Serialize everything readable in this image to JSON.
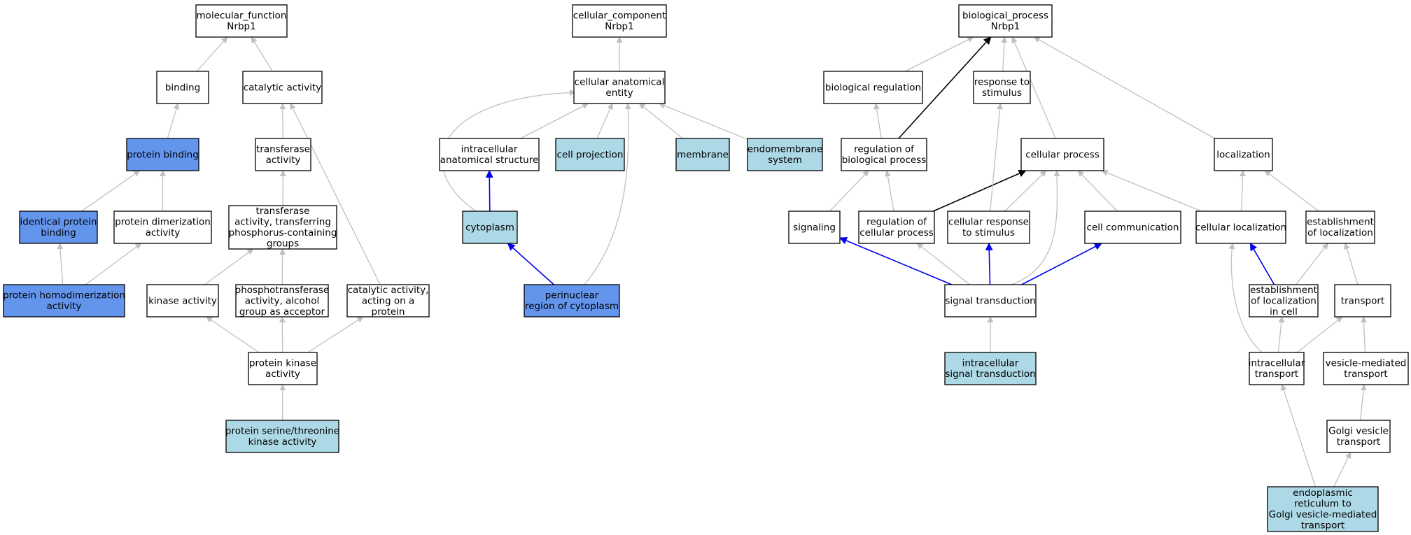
{
  "colors": {
    "white": "#ffffff",
    "light": "#add8e6",
    "strong": "#6495ed",
    "edge_gray": "#c0c0c0",
    "edge_black": "#000000",
    "edge_blue": "#0000ee"
  },
  "nodes": [
    {
      "id": "mf",
      "lines": [
        "molecular_function",
        "Nrbp1"
      ],
      "fill": "white"
    },
    {
      "id": "binding",
      "lines": [
        "binding"
      ],
      "fill": "white"
    },
    {
      "id": "catalytic",
      "lines": [
        "catalytic activity"
      ],
      "fill": "white"
    },
    {
      "id": "protein_binding",
      "lines": [
        "protein binding"
      ],
      "fill": "strong"
    },
    {
      "id": "transferase",
      "lines": [
        "transferase",
        "activity"
      ],
      "fill": "white"
    },
    {
      "id": "identical",
      "lines": [
        "identical protein",
        "binding"
      ],
      "fill": "strong"
    },
    {
      "id": "dimer",
      "lines": [
        "protein dimerization",
        "activity"
      ],
      "fill": "white"
    },
    {
      "id": "transferase_p",
      "lines": [
        "transferase",
        "activity, transferring",
        "phosphorus-containing",
        "groups"
      ],
      "fill": "white"
    },
    {
      "id": "homodimer",
      "lines": [
        "protein homodimerization",
        "activity"
      ],
      "fill": "strong"
    },
    {
      "id": "kinase",
      "lines": [
        "kinase activity"
      ],
      "fill": "white"
    },
    {
      "id": "phosphotransferase",
      "lines": [
        "phosphotransferase",
        "activity, alcohol",
        "group as acceptor"
      ],
      "fill": "white"
    },
    {
      "id": "cat_protein",
      "lines": [
        "catalytic activity,",
        "acting on a",
        "protein"
      ],
      "fill": "white"
    },
    {
      "id": "protein_kinase",
      "lines": [
        "protein kinase",
        "activity"
      ],
      "fill": "white"
    },
    {
      "id": "ser_thr",
      "lines": [
        "protein serine/threonine",
        "kinase activity"
      ],
      "fill": "light"
    },
    {
      "id": "cc",
      "lines": [
        "cellular_component",
        "Nrbp1"
      ],
      "fill": "white"
    },
    {
      "id": "anat",
      "lines": [
        "cellular anatomical",
        "entity"
      ],
      "fill": "white"
    },
    {
      "id": "intra_anat",
      "lines": [
        "intracellular",
        "anatomical structure"
      ],
      "fill": "white"
    },
    {
      "id": "cell_proj",
      "lines": [
        "cell projection"
      ],
      "fill": "light"
    },
    {
      "id": "membrane",
      "lines": [
        "membrane"
      ],
      "fill": "light"
    },
    {
      "id": "endomembrane",
      "lines": [
        "endomembrane",
        "system"
      ],
      "fill": "light"
    },
    {
      "id": "cytoplasm",
      "lines": [
        "cytoplasm"
      ],
      "fill": "light"
    },
    {
      "id": "perinuclear",
      "lines": [
        "perinuclear",
        "region of cytoplasm"
      ],
      "fill": "strong"
    },
    {
      "id": "bp",
      "lines": [
        "biological_process",
        "Nrbp1"
      ],
      "fill": "white"
    },
    {
      "id": "bio_reg",
      "lines": [
        "biological regulation"
      ],
      "fill": "white"
    },
    {
      "id": "resp_stim",
      "lines": [
        "response to",
        "stimulus"
      ],
      "fill": "white"
    },
    {
      "id": "reg_bio",
      "lines": [
        "regulation of",
        "biological process"
      ],
      "fill": "white"
    },
    {
      "id": "cell_proc",
      "lines": [
        "cellular process"
      ],
      "fill": "white"
    },
    {
      "id": "localization",
      "lines": [
        "localization"
      ],
      "fill": "white"
    },
    {
      "id": "signaling",
      "lines": [
        "signaling"
      ],
      "fill": "white"
    },
    {
      "id": "reg_cell",
      "lines": [
        "regulation of",
        "cellular process"
      ],
      "fill": "white"
    },
    {
      "id": "cell_resp",
      "lines": [
        "cellular response",
        "to stimulus"
      ],
      "fill": "white"
    },
    {
      "id": "cell_comm",
      "lines": [
        "cell communication"
      ],
      "fill": "white"
    },
    {
      "id": "cell_loc",
      "lines": [
        "cellular localization"
      ],
      "fill": "white"
    },
    {
      "id": "est_loc",
      "lines": [
        "establishment",
        "of localization"
      ],
      "fill": "white"
    },
    {
      "id": "signal_trans",
      "lines": [
        "signal transduction"
      ],
      "fill": "white"
    },
    {
      "id": "est_loc_cell",
      "lines": [
        "establishment",
        "of localization",
        "in cell"
      ],
      "fill": "white"
    },
    {
      "id": "transport",
      "lines": [
        "transport"
      ],
      "fill": "white"
    },
    {
      "id": "intra_signal",
      "lines": [
        "intracellular",
        "signal transduction"
      ],
      "fill": "light"
    },
    {
      "id": "intra_transport",
      "lines": [
        "intracellular",
        "transport"
      ],
      "fill": "white"
    },
    {
      "id": "vesicle",
      "lines": [
        "vesicle-mediated",
        "transport"
      ],
      "fill": "white"
    },
    {
      "id": "golgi",
      "lines": [
        "Golgi vesicle",
        "transport"
      ],
      "fill": "white"
    },
    {
      "id": "er_golgi",
      "lines": [
        "endoplasmic",
        "reticulum to",
        "Golgi vesicle-mediated",
        "transport"
      ],
      "fill": "light"
    }
  ],
  "edges": [
    {
      "from": "binding",
      "to": "mf",
      "color": "edge_gray"
    },
    {
      "from": "catalytic",
      "to": "mf",
      "color": "edge_gray"
    },
    {
      "from": "protein_binding",
      "to": "binding",
      "color": "edge_gray"
    },
    {
      "from": "transferase",
      "to": "catalytic",
      "color": "edge_gray"
    },
    {
      "from": "identical",
      "to": "protein_binding",
      "color": "edge_gray"
    },
    {
      "from": "dimer",
      "to": "protein_binding",
      "color": "edge_gray"
    },
    {
      "from": "transferase_p",
      "to": "transferase",
      "color": "edge_gray"
    },
    {
      "from": "homodimer",
      "to": "identical",
      "color": "edge_gray"
    },
    {
      "from": "homodimer",
      "to": "dimer",
      "color": "edge_gray"
    },
    {
      "from": "kinase",
      "to": "transferase_p",
      "color": "edge_gray"
    },
    {
      "from": "phosphotransferase",
      "to": "transferase_p",
      "color": "edge_gray"
    },
    {
      "from": "cat_protein",
      "to": "catalytic",
      "color": "edge_gray"
    },
    {
      "from": "protein_kinase",
      "to": "kinase",
      "color": "edge_gray"
    },
    {
      "from": "protein_kinase",
      "to": "phosphotransferase",
      "color": "edge_gray"
    },
    {
      "from": "protein_kinase",
      "to": "cat_protein",
      "color": "edge_gray"
    },
    {
      "from": "ser_thr",
      "to": "protein_kinase",
      "color": "edge_gray"
    },
    {
      "from": "anat",
      "to": "cc",
      "color": "edge_gray"
    },
    {
      "from": "intra_anat",
      "to": "anat",
      "color": "edge_gray"
    },
    {
      "from": "cell_proj",
      "to": "anat",
      "color": "edge_gray"
    },
    {
      "from": "membrane",
      "to": "anat",
      "color": "edge_gray"
    },
    {
      "from": "endomembrane",
      "to": "anat",
      "color": "edge_gray"
    },
    {
      "from": "cytoplasm",
      "to": "intra_anat",
      "color": "edge_blue"
    },
    {
      "from": "cytoplasm",
      "to": "anat",
      "color": "edge_gray",
      "curve": "cytoplasm"
    },
    {
      "from": "perinuclear",
      "to": "cytoplasm",
      "color": "edge_blue"
    },
    {
      "from": "perinuclear",
      "to": "anat",
      "color": "edge_gray",
      "curve": "perinuclear"
    },
    {
      "from": "bio_reg",
      "to": "bp",
      "color": "edge_gray"
    },
    {
      "from": "resp_stim",
      "to": "bp",
      "color": "edge_gray"
    },
    {
      "from": "reg_bio",
      "to": "bp",
      "color": "edge_black"
    },
    {
      "from": "cell_proc",
      "to": "bp",
      "color": "edge_gray"
    },
    {
      "from": "localization",
      "to": "bp",
      "color": "edge_gray"
    },
    {
      "from": "reg_bio",
      "to": "bio_reg",
      "color": "edge_gray"
    },
    {
      "from": "signaling",
      "to": "reg_bio",
      "color": "edge_gray"
    },
    {
      "from": "reg_cell",
      "to": "reg_bio",
      "color": "edge_gray"
    },
    {
      "from": "reg_cell",
      "to": "cell_proc",
      "color": "edge_black"
    },
    {
      "from": "cell_resp",
      "to": "cell_proc",
      "color": "edge_gray"
    },
    {
      "from": "cell_resp",
      "to": "resp_stim",
      "color": "edge_gray"
    },
    {
      "from": "cell_comm",
      "to": "cell_proc",
      "color": "edge_gray"
    },
    {
      "from": "cell_loc",
      "to": "cell_proc",
      "color": "edge_gray"
    },
    {
      "from": "cell_loc",
      "to": "localization",
      "color": "edge_gray"
    },
    {
      "from": "est_loc",
      "to": "localization",
      "color": "edge_gray"
    },
    {
      "from": "signal_trans",
      "to": "signaling",
      "color": "edge_blue"
    },
    {
      "from": "signal_trans",
      "to": "reg_cell",
      "color": "edge_gray"
    },
    {
      "from": "signal_trans",
      "to": "cell_resp",
      "color": "edge_blue"
    },
    {
      "from": "signal_trans",
      "to": "cell_comm",
      "color": "edge_blue"
    },
    {
      "from": "signal_trans",
      "to": "cell_proc",
      "color": "edge_gray",
      "curve": "signal"
    },
    {
      "from": "est_loc_cell",
      "to": "cell_loc",
      "color": "edge_blue"
    },
    {
      "from": "est_loc_cell",
      "to": "est_loc",
      "color": "edge_gray"
    },
    {
      "from": "transport",
      "to": "est_loc",
      "color": "edge_gray"
    },
    {
      "from": "intra_signal",
      "to": "signal_trans",
      "color": "edge_gray"
    },
    {
      "from": "intra_transport",
      "to": "est_loc_cell",
      "color": "edge_gray"
    },
    {
      "from": "intra_transport",
      "to": "transport",
      "color": "edge_gray"
    },
    {
      "from": "intra_transport",
      "to": "cell_loc",
      "color": "edge_gray",
      "curve": "intra"
    },
    {
      "from": "vesicle",
      "to": "transport",
      "color": "edge_gray"
    },
    {
      "from": "golgi",
      "to": "vesicle",
      "color": "edge_gray"
    },
    {
      "from": "er_golgi",
      "to": "golgi",
      "color": "edge_gray"
    },
    {
      "from": "er_golgi",
      "to": "intra_transport",
      "color": "edge_gray"
    }
  ]
}
